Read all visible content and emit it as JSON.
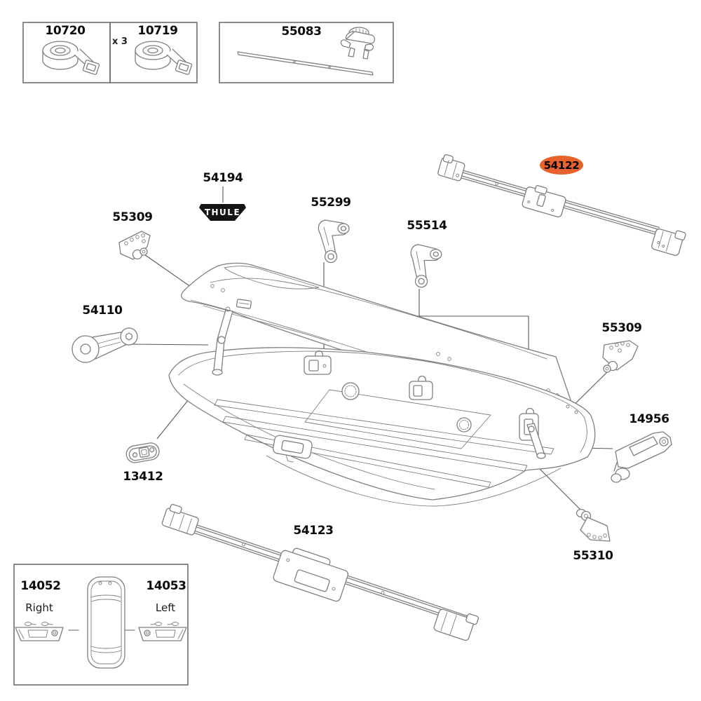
{
  "panels": {
    "straps": {
      "part_a": "10720",
      "qty_b": "x 3",
      "part_b": "10719"
    },
    "rod_kit": {
      "part": "55083"
    },
    "base_plates": {
      "right_part": "14052",
      "right_label": "Right",
      "left_part": "14053",
      "left_label": "Left"
    }
  },
  "callouts": {
    "badge": "54194",
    "badge_text": "THULE",
    "clamp_front": "55299",
    "clamp_rear": "55514",
    "bracket_top_left": "55309",
    "tensioner": "54110",
    "bracket_top_right": "55309",
    "link": "14956",
    "plate": "13412",
    "lid_bar": "54123",
    "bracket_bottom": "55310"
  },
  "highlight": {
    "part": "54122",
    "color": "#e8622d"
  },
  "colors": {
    "line_art": "#7f7f7f",
    "leader": "#565656",
    "label": "#0c0c0c"
  }
}
